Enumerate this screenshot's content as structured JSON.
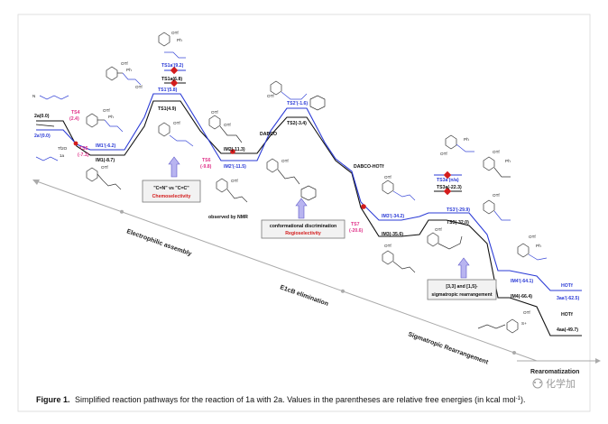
{
  "diagram": {
    "labels": {
      "sm_2a": "2a(0.0)",
      "sm_2a_prime": "2a'(0.0)",
      "ts4": "TS4",
      "ts4_val": "(2.4)",
      "ts5": "TS5",
      "ts5_val": "(-7.1)",
      "im1_prime": "IM1'(-6.2)",
      "im1": "IM1(-8.7)",
      "ts1a_prime": "TS1a'(9.2)",
      "ts1a": "TS1a(6.8)",
      "ts1_prime": "TS1'(5.8)",
      "ts1": "TS1(4.9)",
      "im2": "IM2(-11.3)",
      "im2_prime": "IM2'(-11.5)",
      "ts6": "TS6",
      "ts6_val": "(-9.8)",
      "dabco": "DABCO",
      "ts2_prime": "TS2'(-1.6)",
      "ts2": "TS2(-3.4)",
      "dabco_hotf": "DABCO-HOTf",
      "ts7": "TS7",
      "ts7_val": "(-20.6)",
      "im3_prime": "IM3'(-34.2)",
      "im3": "IM3(-35.6)",
      "ts3a_prime": "TS3a'(n/a)",
      "ts3a": "TS3a(-22.3)",
      "ts3_prime": "TS3'(-29.9)",
      "ts3": "TS3(-32.0)",
      "im4_prime": "IM4'(-64.1)",
      "im4": "IM4(-66.4)",
      "hotf_1": "HOTf",
      "hotf_2": "HOTf",
      "p3aa_prime": "3aa'(-62.5)",
      "p4aa": "4aa(-49.7)",
      "tf2o": "Tf2O",
      "reagent_1a": "1a",
      "observed": "observed by NMR",
      "otf": "OTf",
      "ph": "Ph",
      "s_plus": "S+",
      "n": "N"
    },
    "boxes": {
      "chemo_title": "\"C=N\" vs \"C=C\"",
      "chemo_sub": "Chemoselectivity",
      "regio_title": "conformational discrimination",
      "regio_sub": "Regioselectivity",
      "sig_title": "[3,3] and [1,5]-",
      "sig_sub": "sigmatropic rearrangement"
    },
    "stages": {
      "electrophilic": "Electrophilic assembly",
      "e1cb": "E1cB elimination",
      "sigmatropic": "Sigmatropic Rearrangement",
      "rearomatization": "Rearomatization"
    },
    "caption": {
      "bold": "Figure 1.",
      "text": "Simplified reaction pathways for the reaction of 1a with 2a. Values in the parentheses are relative free energies (in kcal mol",
      "sup": "-1",
      "end": ")."
    },
    "watermark": "化学加",
    "colors": {
      "black_path": "#111111",
      "blue_path": "#2b3bd6",
      "pink_label": "#e0338a",
      "red_marker": "#d31c1c",
      "arrow_fill": "#b8b4f0"
    }
  }
}
